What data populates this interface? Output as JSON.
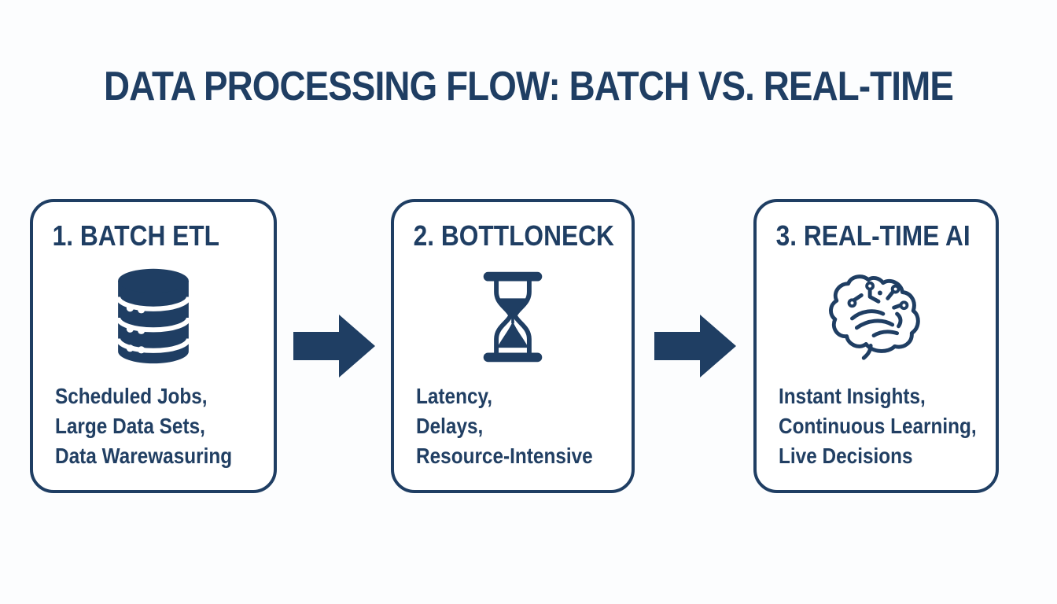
{
  "title": "DATA PROCESSING FLOW: BATCH VS. REAL-TIME",
  "colors": {
    "navy": "#1f3e63",
    "background": "#fcfdfe",
    "card_background": "#ffffff"
  },
  "steps": [
    {
      "heading": "1. BATCH ETL",
      "icon": "database-icon",
      "details": [
        "Scheduled Jobs,",
        "Large Data Sets,",
        "Data Warewasuring"
      ]
    },
    {
      "heading": "2. BOTTLONECK",
      "icon": "hourglass-icon",
      "details": [
        "Latency,",
        "Delays,",
        "Resource-Intensive"
      ]
    },
    {
      "heading": "3. REAL-TIME AI",
      "icon": "brain-icon",
      "details": [
        "Instant Insights,",
        "Continuous Learning,",
        "Live Decisions"
      ]
    }
  ],
  "arrows": [
    "right-arrow",
    "right-arrow"
  ]
}
